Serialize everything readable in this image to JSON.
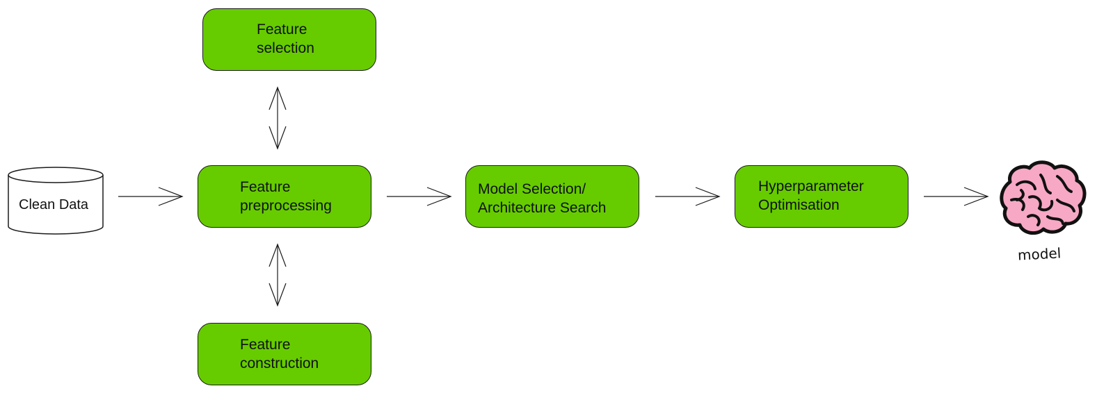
{
  "source": {
    "label": "Clean Data"
  },
  "boxes": {
    "feature_selection": {
      "line1": "Feature",
      "line2": "selection"
    },
    "feature_preprocessing": {
      "line1": "Feature",
      "line2": "preprocessing"
    },
    "feature_construction": {
      "line1": "Feature",
      "line2": "construction"
    },
    "model_selection": {
      "line1": "Model Selection/",
      "line2": "Architecture Search"
    },
    "hyperparameter": {
      "line1": "Hyperparameter",
      "line2": "Optimisation"
    }
  },
  "output": {
    "label": "model",
    "icon": "brain-icon"
  },
  "colors": {
    "box_fill": "#66cc00",
    "brain_fill": "#f7a8c4",
    "stroke": "#1a1a1a"
  }
}
